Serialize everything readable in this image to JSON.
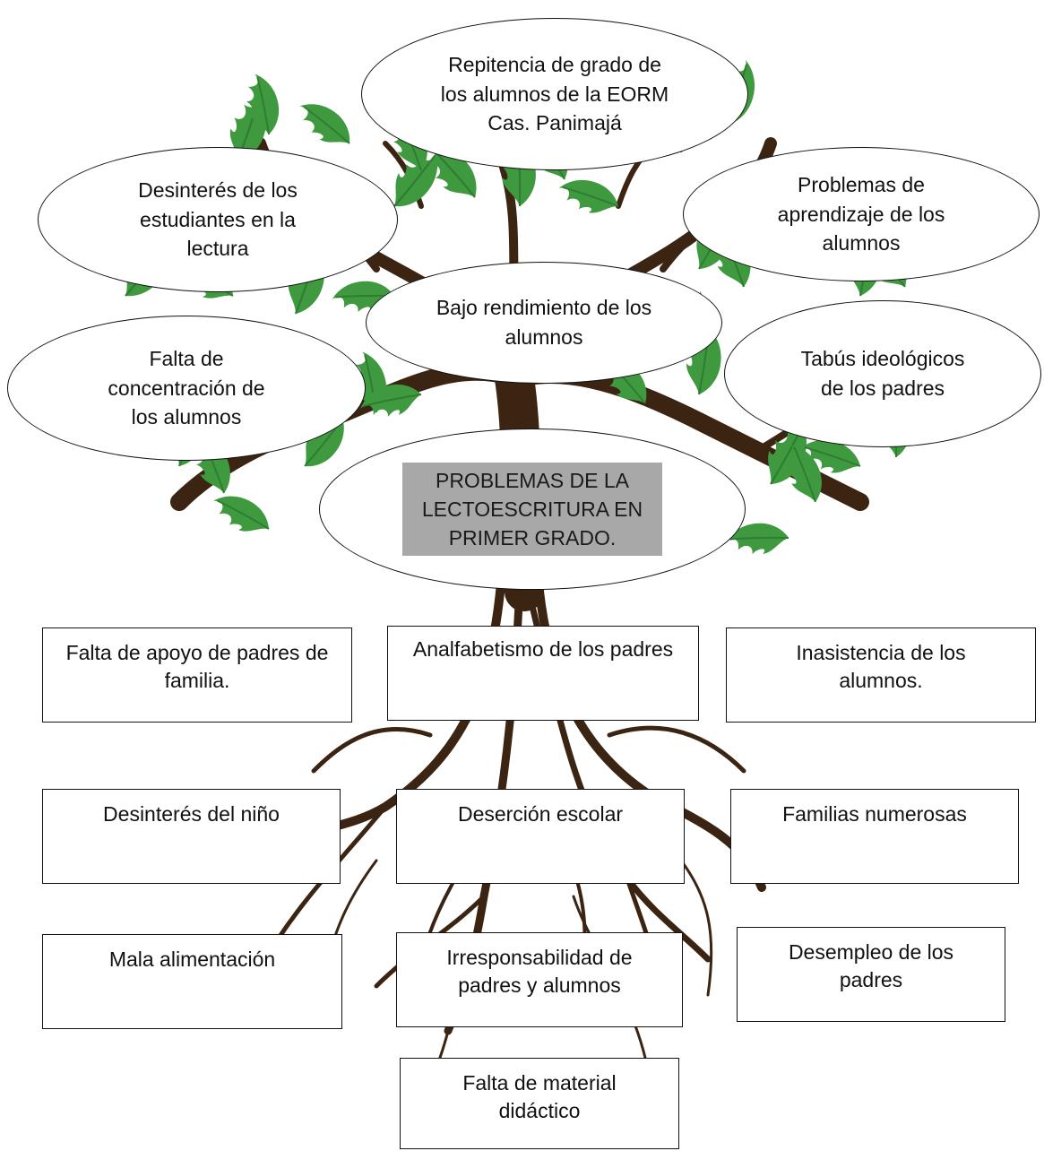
{
  "effects": {
    "top": "Repitencia de grado de los alumnos de la EORM Cas. Panimajá",
    "left_upper": "Desinterés de los estudiantes en la lectura",
    "right_upper": "Problemas de aprendizaje de los alumnos",
    "center": "Bajo rendimiento de los alumnos",
    "left_lower": "Falta de concentración de los alumnos",
    "right_lower": "Tabús ideológicos de los padres"
  },
  "central_problem": "PROBLEMAS DE  LA LECTOESCRITURA EN PRIMER GRADO.",
  "causes": {
    "row1": [
      "Falta de apoyo de padres de familia.",
      "Analfabetismo de los padres",
      "Inasistencia de los alumnos."
    ],
    "row2": [
      "Desinterés del niño",
      "Deserción escolar",
      "Familias numerosas"
    ],
    "row3": [
      "Mala alimentación",
      "Irresponsabilidad de padres y alumnos",
      "Desempleo de los padres"
    ],
    "row4": [
      "Falta de material didáctico"
    ]
  },
  "colors": {
    "leaf": "#3f9a3f",
    "leaf_dark": "#2e7d32",
    "trunk": "#3b2412",
    "central_fill": "#a8a8a8"
  }
}
